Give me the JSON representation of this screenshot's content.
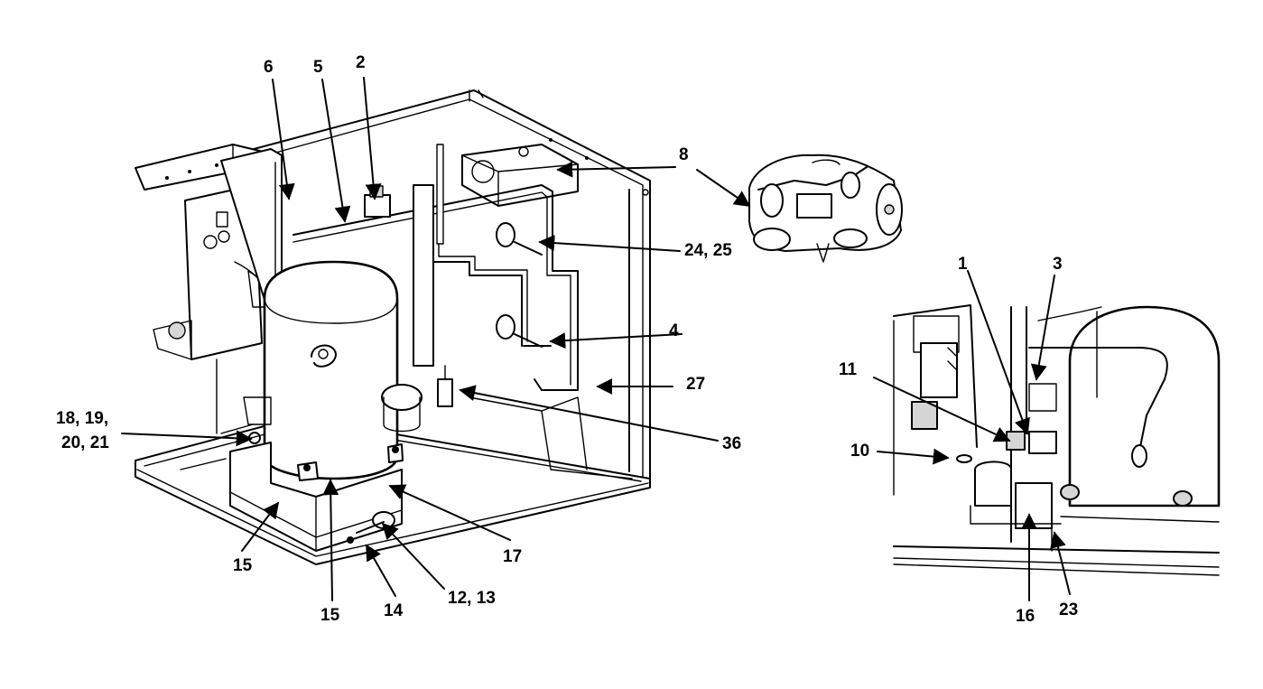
{
  "figure": {
    "callouts": {
      "c1": "1",
      "c2": "2",
      "c3": "3",
      "c4": "4",
      "c5": "5",
      "c6": "6",
      "c8": "8",
      "c10": "10",
      "c11": "11",
      "c12_13": "12, 13",
      "c14": "14",
      "c15a": "15",
      "c15b": "15",
      "c16": "16",
      "c17": "17",
      "c18_21_line1": "18, 19,",
      "c18_21_line2": "20, 21",
      "c23": "23",
      "c24_25": "24, 25",
      "c27": "27",
      "c36": "36"
    }
  },
  "colors": {
    "ink": "#000000",
    "paper": "#ffffff"
  }
}
